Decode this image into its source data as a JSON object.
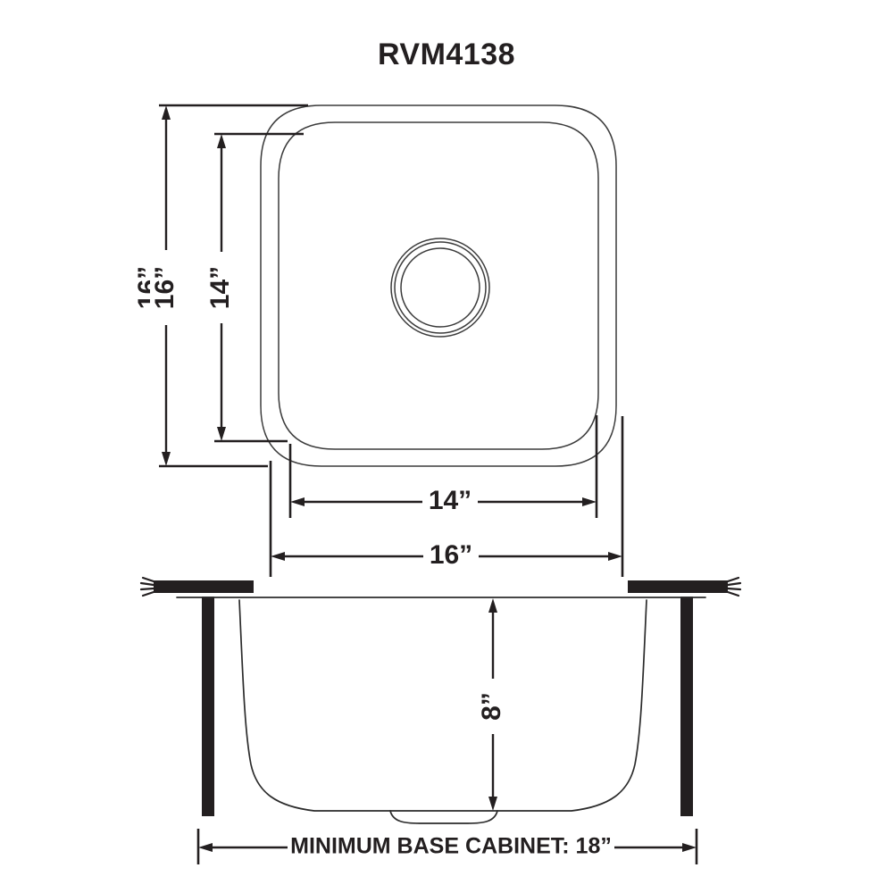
{
  "document": {
    "title": "RVM4138",
    "type": "sink-specification-drawing",
    "background_color": "#ffffff",
    "line_color": "#231f20"
  },
  "views": {
    "top": {
      "name": "top-view",
      "outer_rim_label": "sink outer rim",
      "inner_bowl_label": "sink inner bowl",
      "drain_label": "drain"
    },
    "side": {
      "name": "front-section-view",
      "countertop_label": "countertop",
      "cabinet_wall_label": "cabinet wall",
      "basin_label": "basin"
    }
  },
  "dimensions": {
    "overall_height": "16”",
    "bowl_height": "14”",
    "bowl_width": "14”",
    "overall_width": "16”",
    "bowl_depth": "8”",
    "base_cabinet": "MINIMUM BASE CABINET: 18”"
  },
  "chart_data": {
    "type": "table",
    "title": "RVM4138",
    "categories": [
      "Overall Width",
      "Overall Height",
      "Bowl Width",
      "Bowl Height",
      "Bowl Depth",
      "Minimum Base Cabinet"
    ],
    "values": [
      16,
      16,
      14,
      14,
      8,
      18
    ],
    "unit": "inches",
    "xlabel": "",
    "ylabel": ""
  }
}
